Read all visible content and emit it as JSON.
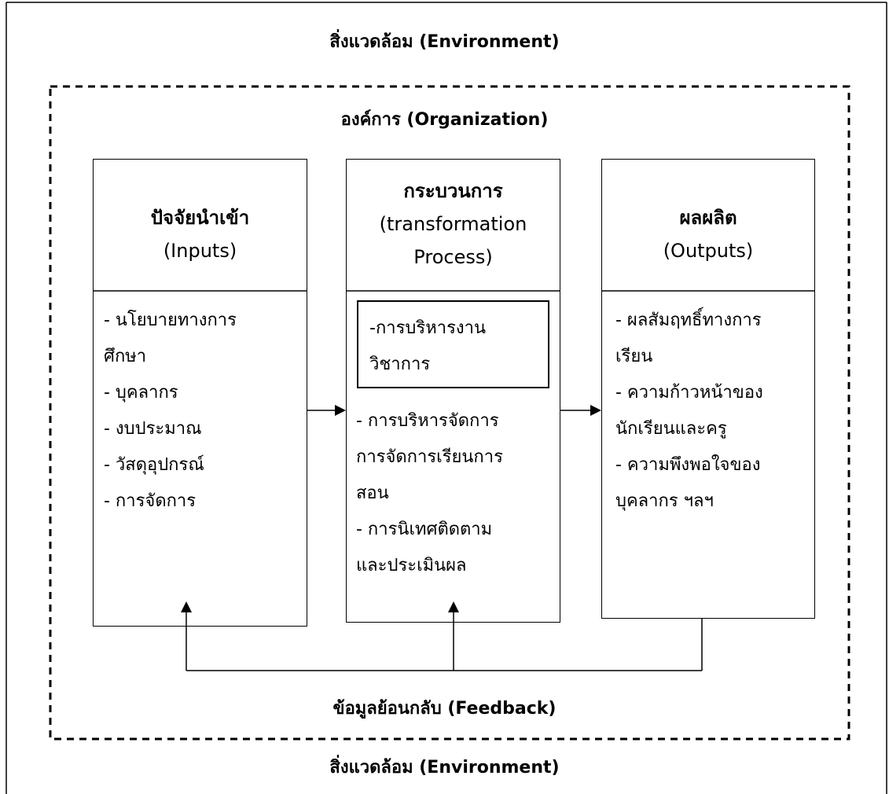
{
  "environment_top": "สิ่งแวดล้อม (Environment)",
  "organization": "องค์การ (Organization)",
  "inputs": {
    "title_th": "ปัจจัยนำเข้า",
    "title_en": "(Inputs)",
    "items": [
      "- นโยบายทางการ",
      "ศึกษา",
      "- บุคลากร",
      "- งบประมาณ",
      "- วัสดุอุปกรณ์",
      "- การจัดการ"
    ]
  },
  "process": {
    "title_th": "กระบวนการ",
    "title_en_1": "(transformation",
    "title_en_2": "Process)",
    "highlight": [
      "-การบริหารงาน",
      "วิชาการ"
    ],
    "items": [
      "- การบริหารจัดการ",
      "การจัดการเรียนการ",
      "สอน",
      "- การนิเทศติดตาม",
      "และประเมินผล"
    ]
  },
  "outputs": {
    "title_th": "ผลผลิต",
    "title_en": "(Outputs)",
    "items": [
      "- ผลสัมฤทธิ์ทางการ",
      "เรียน",
      "- ความก้าวหน้าของ",
      "นักเรียนและครู",
      "- ความพึงพอใจของ",
      "บุคลากร ฯลฯ"
    ]
  },
  "feedback": "ข้อมูลย้อนกลับ (Feedback)",
  "environment_bottom": "สิ่งแวดล้อม (Environment)"
}
